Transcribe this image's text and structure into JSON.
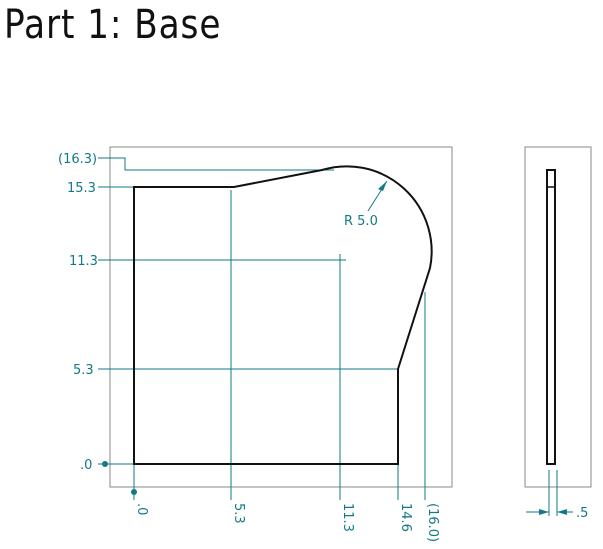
{
  "title": "Part 1: Base",
  "colors": {
    "dimension": "#127a86",
    "outline": "#111111",
    "frame": "#8a8a8a"
  },
  "y_labels": {
    "top_ref": "(16.3)",
    "y_15_3": "15.3",
    "y_11_3": "11.3",
    "y_5_3": "5.3",
    "y_0": ".0"
  },
  "x_labels": {
    "x_0": ".0",
    "x_5_3": "5.3",
    "x_11_3": "11.3",
    "x_14_6": "14.6",
    "x_16_0": "(16.0)"
  },
  "radius_label": "R 5.0",
  "thickness_label": ".5",
  "icons": {
    "origin_x": "origin-dot-icon",
    "origin_y": "origin-dot-icon"
  }
}
